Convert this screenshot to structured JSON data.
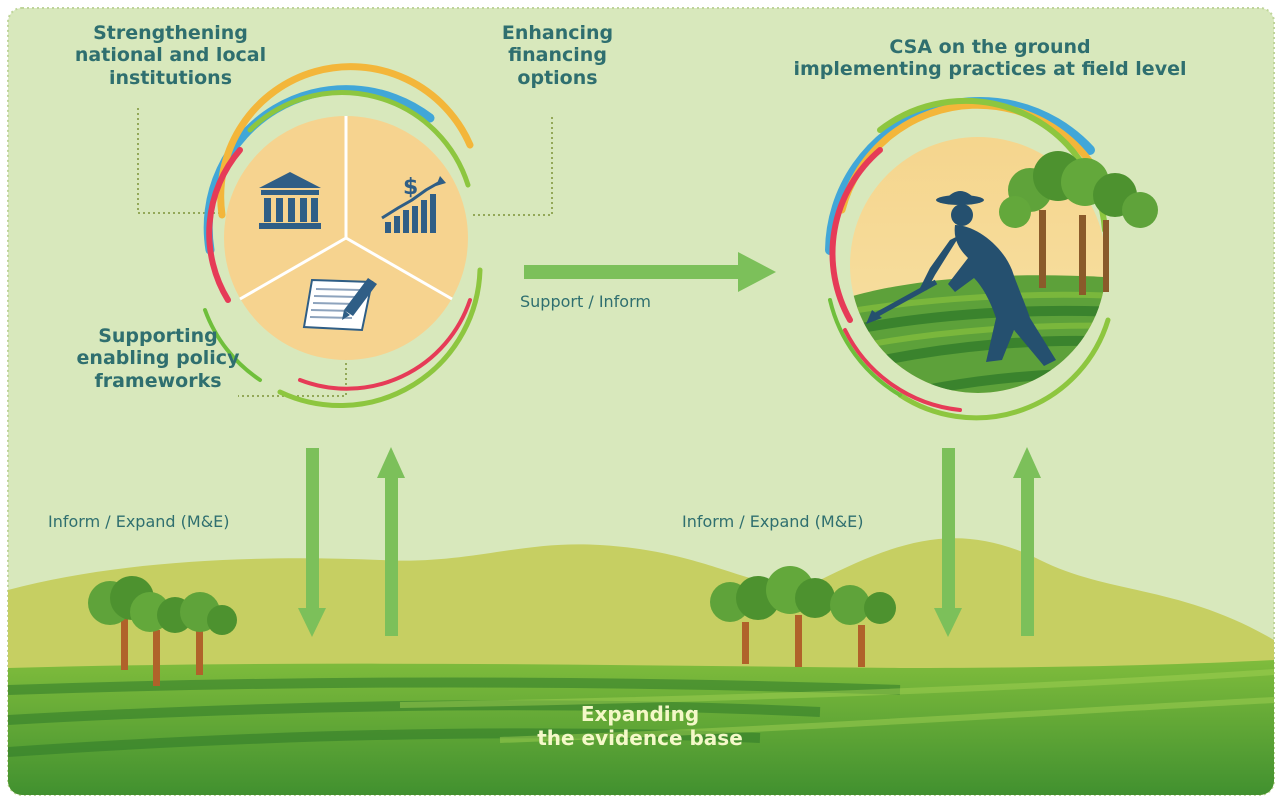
{
  "labels": {
    "strengthening": [
      "Strengthening",
      "national and local",
      "institutions"
    ],
    "financing": [
      "Enhancing",
      "financing",
      "options"
    ],
    "policy": [
      "Supporting",
      "enabling policy",
      "frameworks"
    ],
    "csa": [
      "CSA on the ground",
      "implementing practices at field level"
    ],
    "support_inform": "Support / Inform",
    "inform_expand_left": "Inform / Expand (M&E)",
    "inform_expand_right": "Inform / Expand (M&E)",
    "evidence": [
      "Expanding",
      "the evidence base"
    ]
  },
  "icons": {
    "left_circle": [
      "bank-icon",
      "financing-growth-icon",
      "policy-document-icon"
    ],
    "right_circle": [
      "farmer-with-hoe-icon",
      "tree-icon"
    ],
    "landscape": [
      "tree-icon",
      "hill-icon",
      "field-icon"
    ]
  },
  "colors": {
    "background": "#d8e8bc",
    "label_text": "#2f6f6f",
    "arrow": "#7cc05a",
    "circle_fill": "#f7d28f",
    "field_dark": "#3c8a32",
    "field_light": "#8cc33e",
    "hill": "#c5cf63"
  }
}
